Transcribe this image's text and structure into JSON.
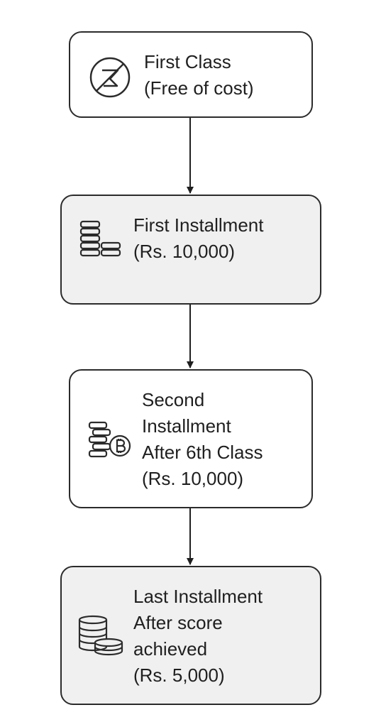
{
  "steps": [
    {
      "lines": [
        "First Class",
        "(Free of cost)"
      ],
      "icon": "no-payment-icon"
    },
    {
      "lines": [
        "First Installment",
        "(Rs. 10,000)"
      ],
      "icon": "coin-stack-icon"
    },
    {
      "lines": [
        "Second",
        "Installment",
        "After 6th Class",
        "(Rs. 10,000)"
      ],
      "icon": "bitcoin-coins-icon"
    },
    {
      "lines": [
        "Last Installment",
        "After score",
        "achieved",
        "(Rs. 5,000)"
      ],
      "icon": "coins-stack-icon"
    }
  ]
}
